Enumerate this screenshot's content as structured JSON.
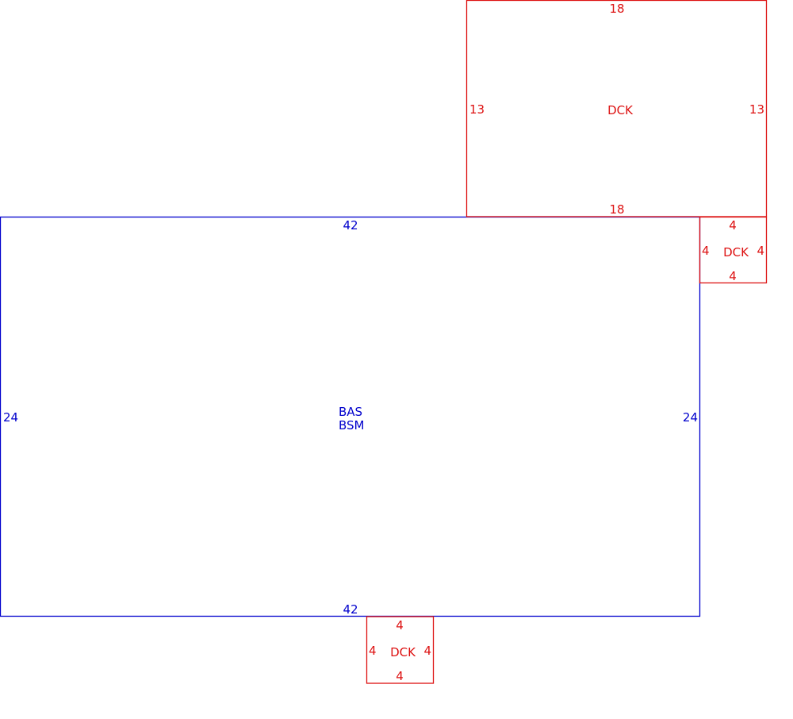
{
  "colors": {
    "main": "#0000cc",
    "deck": "#dd1111"
  },
  "main_area": {
    "label_line1": "BAS",
    "label_line2": "BSM",
    "top": "42",
    "bottom": "42",
    "left": "24",
    "right": "24"
  },
  "deck_upper": {
    "label": "DCK",
    "top": "18",
    "bottom": "18",
    "left": "13",
    "right": "13"
  },
  "deck_side": {
    "label": "DCK",
    "top": "4",
    "bottom": "4",
    "left": "4",
    "right": "4"
  },
  "deck_bottom": {
    "label": "DCK",
    "top": "4",
    "bottom": "4",
    "left": "4",
    "right": "4"
  }
}
